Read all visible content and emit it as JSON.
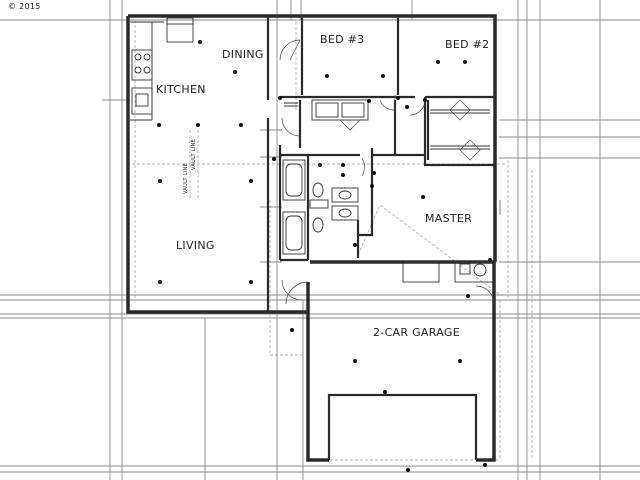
{
  "copyright": "© 2015",
  "rooms": {
    "dining": "DINING",
    "kitchen": "KITCHEN",
    "bed3": "BED #3",
    "bed2": "BED #2",
    "master": "MASTER",
    "living": "LIVING",
    "garage": "2-CAR GARAGE",
    "vault": "VAULT LINE"
  }
}
